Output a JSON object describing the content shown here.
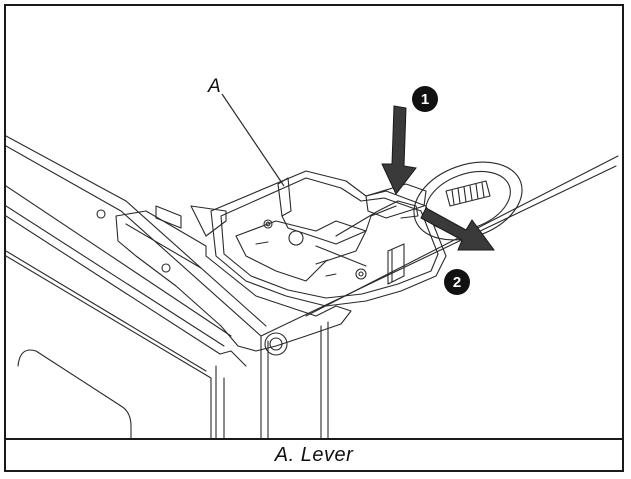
{
  "callout": {
    "letter": "A"
  },
  "steps": {
    "one": "1",
    "two": "2"
  },
  "caption": {
    "text": "A.  Lever"
  },
  "colors": {
    "line": "#2a2a2a",
    "arrow_fill": "#3a3a3a",
    "badge": "#111111"
  },
  "icons": [
    "push-down-arrow-icon",
    "slide-out-arrow-icon"
  ]
}
